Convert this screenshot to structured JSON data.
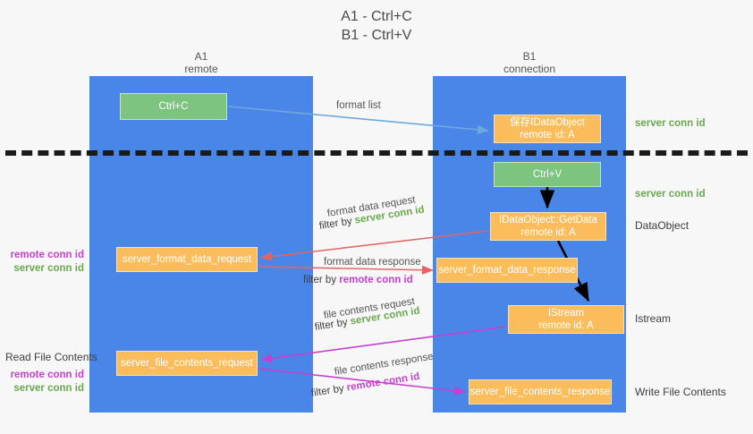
{
  "title": {
    "line1": "A1 - Ctrl+C",
    "line2": "B1 - Ctrl+V"
  },
  "lanes": [
    {
      "id": "a1",
      "name": "A1",
      "role": "remote",
      "color": "#4a86e8"
    },
    {
      "id": "b1",
      "name": "B1",
      "role": "connection",
      "color": "#4a86e8"
    }
  ],
  "colors": {
    "lane": "#4a86e8",
    "green_box": "#7cc47f",
    "orange_box": "#fbbd5c",
    "server_conn_id": "#6aa84f",
    "remote_conn_id": "#c640d0",
    "arrow_blue": "#6fa8dc",
    "arrow_red": "#e06666",
    "arrow_magenta": "#c640d0",
    "arrow_black": "#000000",
    "divider": "#1a1a1a"
  },
  "boxes": {
    "ctrl_c": {
      "label": "Ctrl+C",
      "style": "green"
    },
    "save_idataobject": {
      "line1": "保存IDataObject",
      "line2": "remote id: A",
      "style": "orange"
    },
    "ctrl_v": {
      "label": "Ctrl+V",
      "style": "green"
    },
    "getdata": {
      "line1": "IDataObject::GetData",
      "line2": "remote id: A",
      "style": "orange"
    },
    "format_data_request": {
      "label": "server_format_data_request",
      "style": "orange"
    },
    "format_data_response": {
      "label": "server_format_data_response",
      "style": "orange"
    },
    "istream": {
      "line1": "IStream",
      "line2": "remote id: A",
      "style": "orange"
    },
    "file_contents_request": {
      "label": "server_file_contents_request",
      "style": "orange"
    },
    "file_contents_response": {
      "label": "server_file_contents_response",
      "style": "orange"
    }
  },
  "edge_labels": {
    "format_list": "format list",
    "format_data_request": "format data request",
    "format_data_request_filter_prefix": "filter by ",
    "format_data_request_filter_key": "server conn id",
    "format_data_response": "format data response",
    "format_data_response_filter_prefix": "filter by ",
    "format_data_response_filter_key": "remote conn id",
    "file_contents_request": "file contents request",
    "file_contents_request_filter_prefix": "filter by ",
    "file_contents_request_filter_key": "server conn id",
    "file_contents_response": "file contents response",
    "file_contents_response_filter_prefix": "filter by ",
    "file_contents_response_filter_key": "remote conn id"
  },
  "right_notes": {
    "server_conn_id_top": "server conn id",
    "server_conn_id_mid": "server conn id",
    "dataobject": "DataObject",
    "istream": "Istream",
    "write_file_contents": "Write File Contents"
  },
  "left_notes": {
    "remote_conn_id_top": "remote conn id",
    "server_conn_id_top": "server conn id",
    "read_file_contents": "Read File Contents",
    "remote_conn_id_bottom": "remote conn id",
    "server_conn_id_bottom": "server conn id"
  }
}
